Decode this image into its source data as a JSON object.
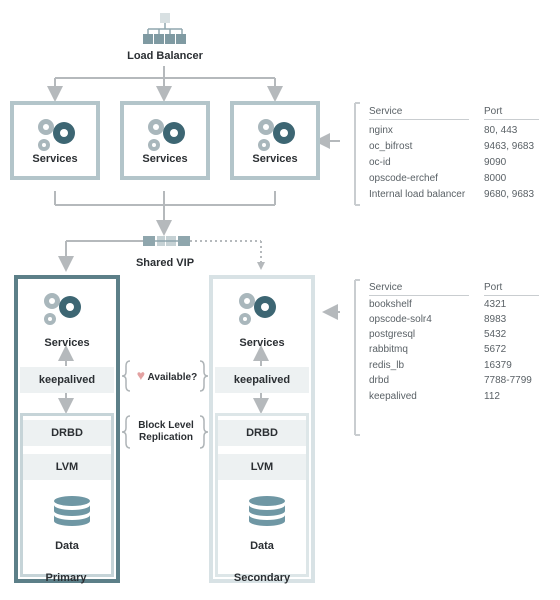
{
  "load_balancer": {
    "label": "Load Balancer"
  },
  "service_boxes": [
    {
      "label": "Services"
    },
    {
      "label": "Services"
    },
    {
      "label": "Services"
    }
  ],
  "shared_vip": {
    "label": "Shared VIP"
  },
  "primary": {
    "caption": "Primary",
    "services_label": "Services",
    "keepalived_label": "keepalived",
    "drbd_label": "DRBD",
    "lvm_label": "LVM",
    "data_label": "Data"
  },
  "secondary": {
    "caption": "Secondary",
    "services_label": "Services",
    "keepalived_label": "keepalived",
    "drbd_label": "DRBD",
    "lvm_label": "LVM",
    "data_label": "Data"
  },
  "available": {
    "label": "Available?"
  },
  "block_replication": {
    "line1": "Block Level",
    "line2": "Replication"
  },
  "frontend_table": {
    "header_service": "Service",
    "header_port": "Port",
    "rows": [
      {
        "service": "nginx",
        "port": "80, 443"
      },
      {
        "service": "oc_bifrost",
        "port": "9463, 9683"
      },
      {
        "service": "oc-id",
        "port": "9090"
      },
      {
        "service": "opscode-erchef",
        "port": "8000"
      },
      {
        "service": "Internal load balancer",
        "port": "9680, 9683"
      }
    ]
  },
  "backend_table": {
    "header_service": "Service",
    "header_port": "Port",
    "rows": [
      {
        "service": "bookshelf",
        "port": "4321"
      },
      {
        "service": "opscode-solr4",
        "port": "8983"
      },
      {
        "service": "postgresql",
        "port": "5432"
      },
      {
        "service": "rabbitmq",
        "port": "5672"
      },
      {
        "service": "redis_lb",
        "port": "16379"
      },
      {
        "service": "drbd",
        "port": "7788-7799"
      },
      {
        "service": "keepalived",
        "port": "112"
      }
    ]
  },
  "colors": {
    "connector": "#b5b9bc",
    "primary_border": "#5c7f88",
    "secondary_border": "#d8e2e5",
    "service_border": "#b3c5ca",
    "gear_dark": "#3d6673",
    "gear_light": "#a9b7bc",
    "data_icon": "#6f97a4"
  }
}
